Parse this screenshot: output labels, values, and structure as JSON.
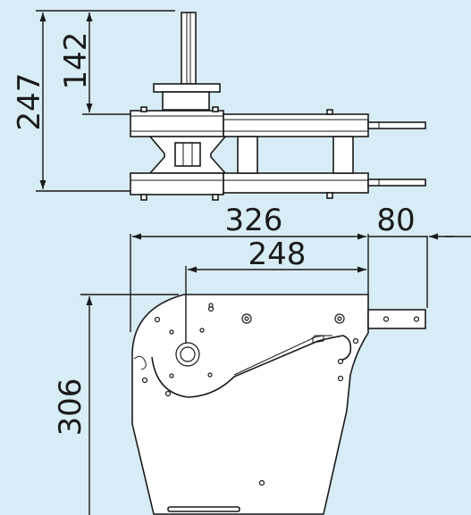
{
  "colors": {
    "background": "#d7ecf4",
    "line": "#1a1a1a",
    "part": "#ffffff"
  },
  "dimensions": {
    "d247": "247",
    "d142": "142",
    "d326": "326",
    "d80": "80",
    "d248": "248",
    "d306": "306"
  }
}
